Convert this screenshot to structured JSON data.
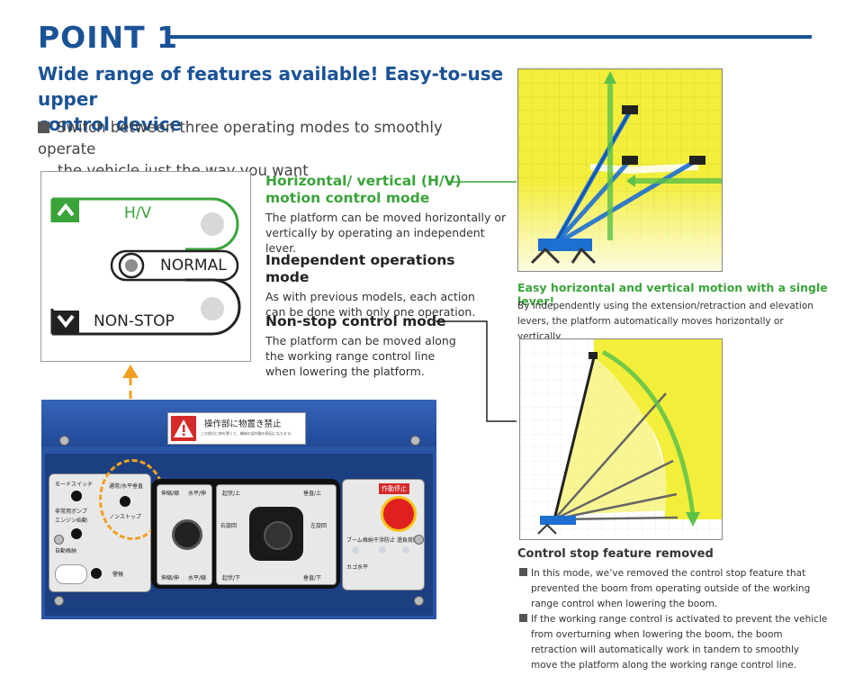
{
  "header": {
    "point_label": "POINT 1",
    "headline_line1": "Wide range of features available! Easy-to-use upper",
    "headline_line2": "control device",
    "bullet_line1": "Switch between three operating modes to smoothly operate",
    "bullet_line2": "the vehicle just the way you want"
  },
  "switch_diagram": {
    "hv_label": "H/V",
    "normal_label": "NORMAL",
    "nonstop_label": "NON-STOP"
  },
  "modes": [
    {
      "title_line1": "Horizontal/ vertical (H/V)",
      "title_line2": "motion control mode",
      "desc_line1": "The platform can be moved horizontally or",
      "desc_line2": "vertically by operating an independent lever."
    },
    {
      "title_line1": "Independent operations mode",
      "desc_line1": "As with previous models, each action",
      "desc_line2": "can be done with only one operation."
    },
    {
      "title_line1": "Non-stop control mode",
      "desc_line1": "The platform can be moved along",
      "desc_line2": "the working range control line",
      "desc_line3": "when lowering the platform."
    }
  ],
  "hv_figure": {
    "caption_title": "Easy horizontal and vertical motion with a single lever!",
    "caption_line1": "By independently using the extension/retraction and elevation",
    "caption_line2": "levers, the platform automatically moves horizontally or vertically."
  },
  "control_stop": {
    "title": "Control stop feature removed",
    "item1_line1": "In this mode, we’ve removed the control stop feature that",
    "item1_line2": "prevented the boom from operating outside of the working",
    "item1_line3": "range control when lowering the boom.",
    "item2_line1": "If the working range control is activated to prevent the vehicle",
    "item2_line2": "from overturning when lowering the boom, the boom",
    "item2_line3": "retraction will automatically work in tandem to smoothly",
    "item2_line4": "move the platform along the working range control line."
  },
  "control_panel": {
    "warning_label": "操作部に物置き禁止",
    "warning_sub": "この部位に物を置くと、機械の誤作動の原因になります。",
    "emergency_stop": "作動停止",
    "lever_labels": [
      "伸縮/縮",
      "水平/伸",
      "起伏/上",
      "垂直/上",
      "右旋回",
      "左旋回",
      "起伏/下",
      "垂直/下",
      "伸縮/伸",
      "水平/縮"
    ],
    "left_labels": [
      "モードスイッチ",
      "非常用ポンプ",
      "エンジン始動",
      "自動格納",
      "警報"
    ],
    "small_labels": [
      "通常/水平垂直",
      "ノンストップ",
      "ブーム格納",
      "干渉防止",
      "過負荷防止",
      "カゴ水平"
    ]
  },
  "colors": {
    "brand_blue": "#1a5296",
    "accent_green": "#3aa33a",
    "arrow_orange": "#f0a020",
    "panel_blue": "#2a55a6",
    "field_yellow": "#f3ee3a"
  }
}
